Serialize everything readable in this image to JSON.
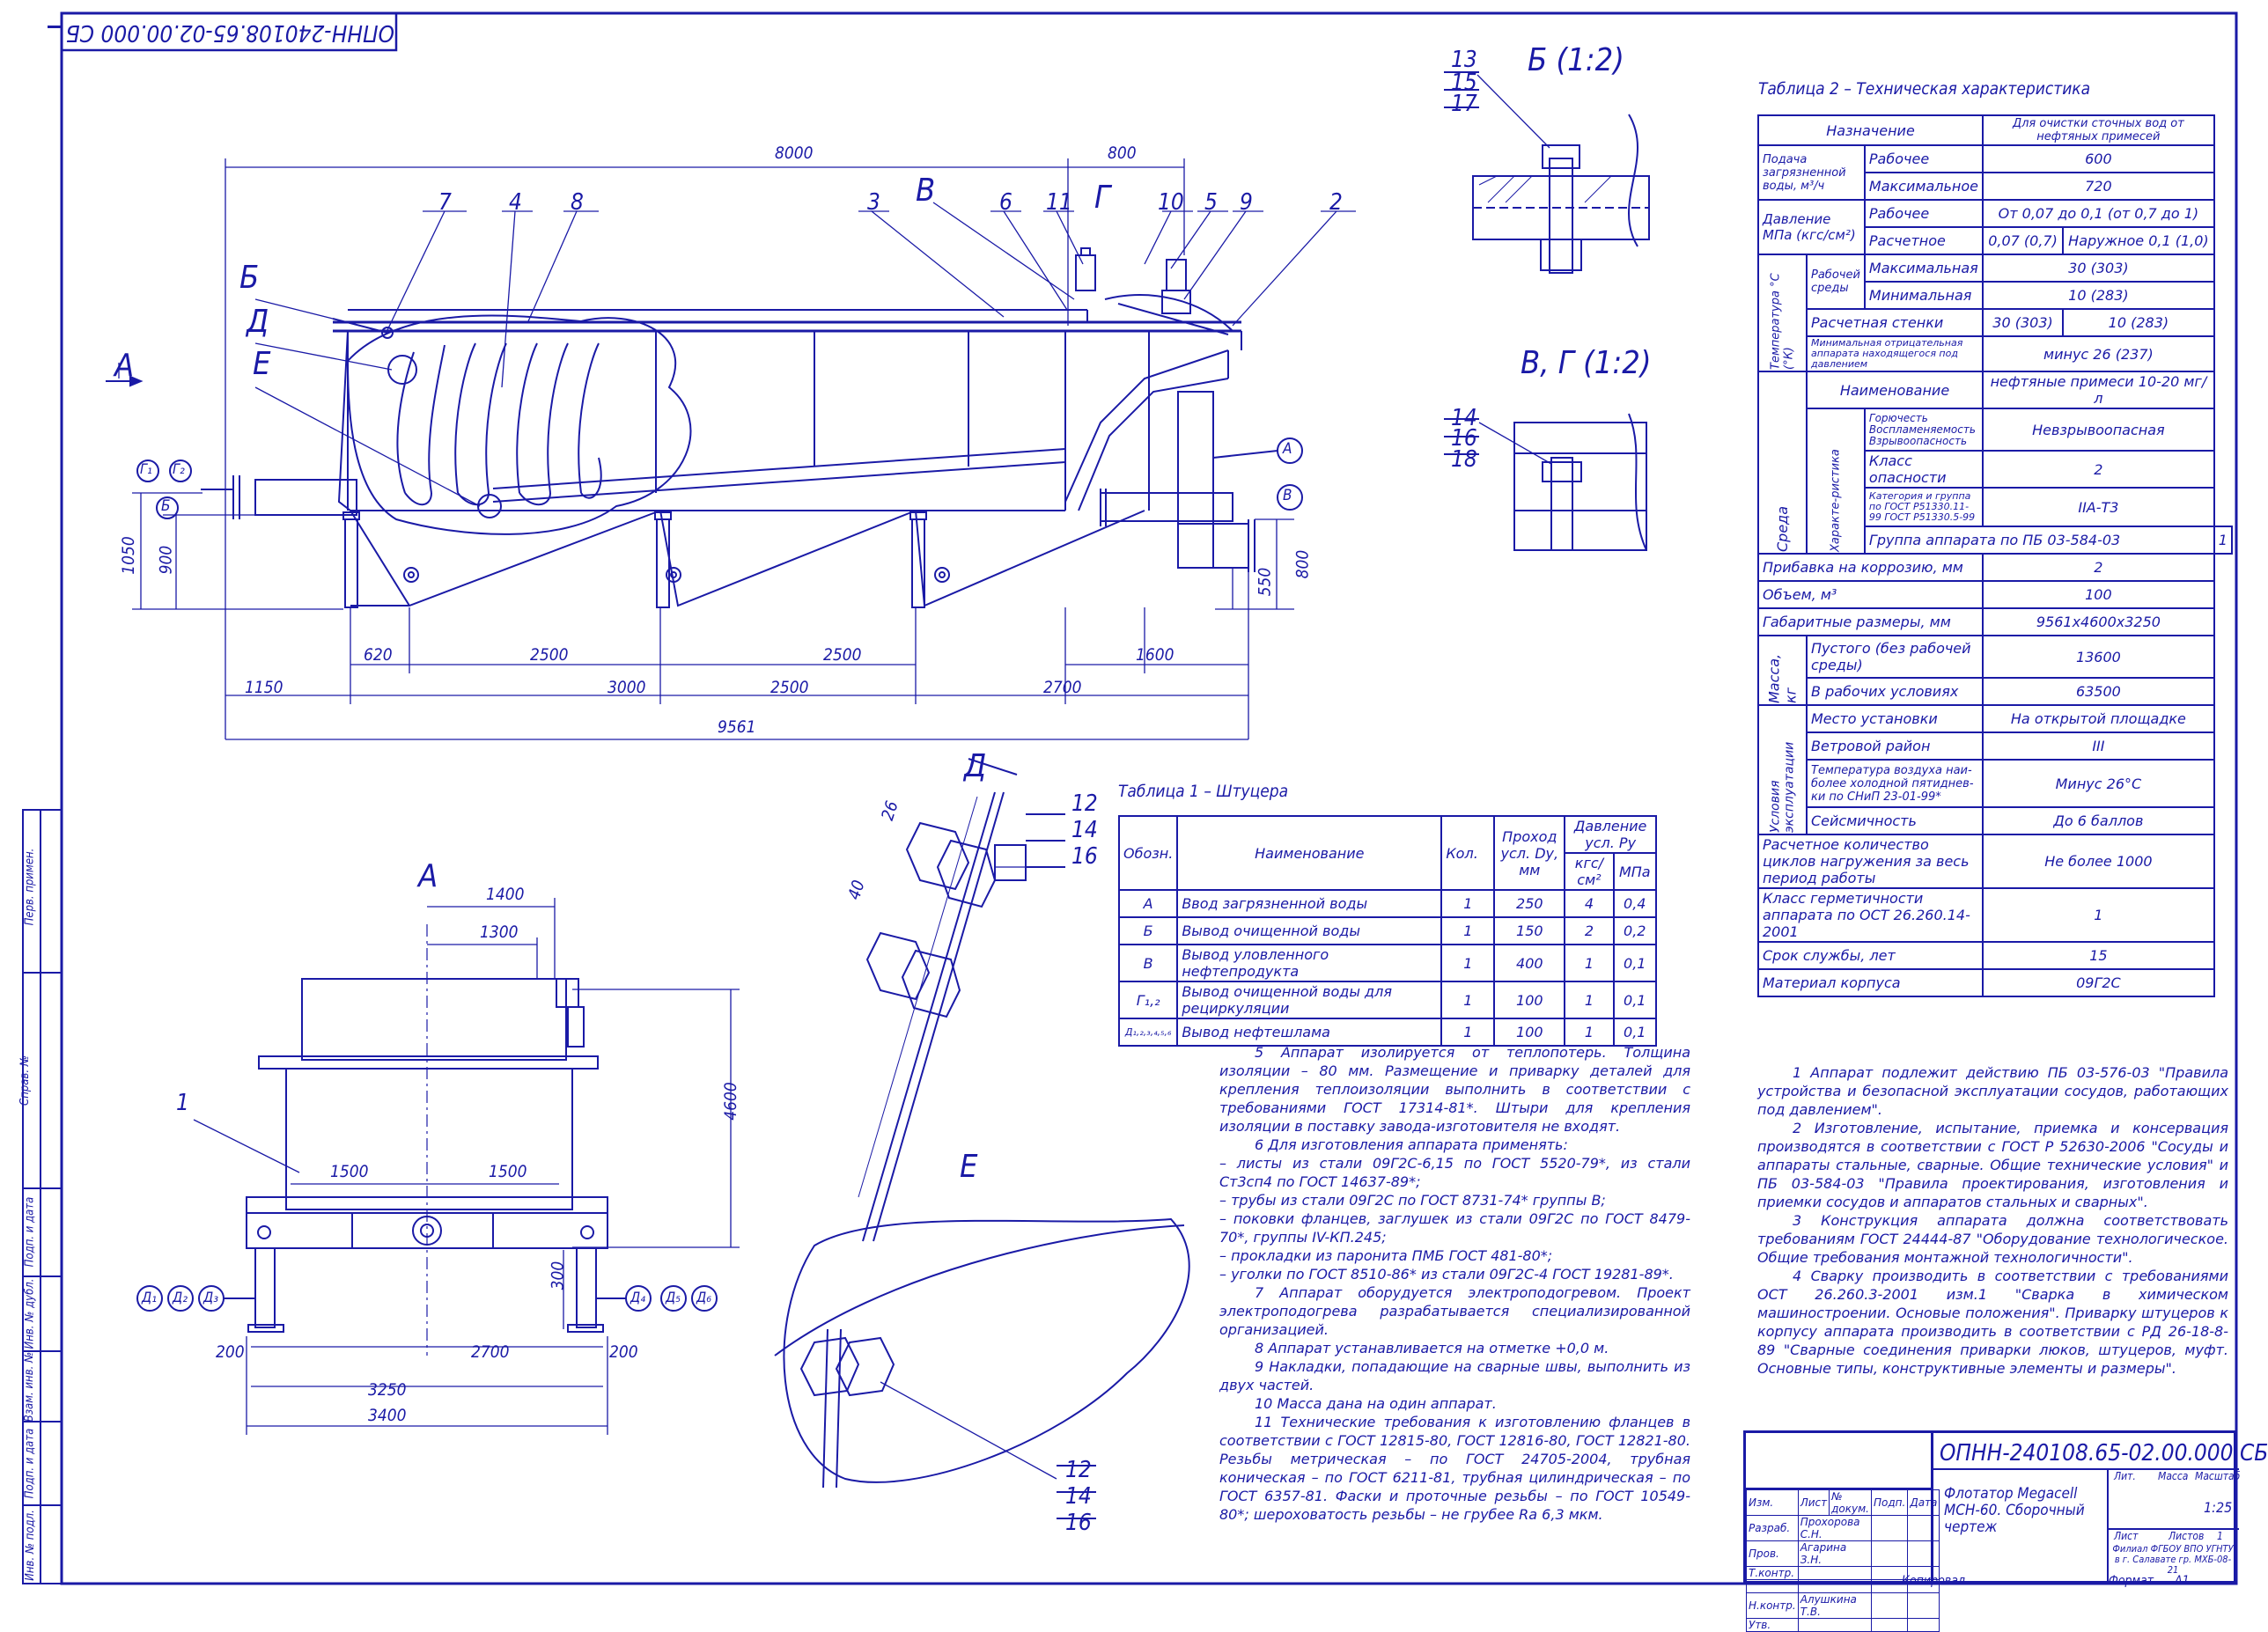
{
  "drawing_code": "ОПНН-240108.65-02.00.000 СБ",
  "drawing_code_rotated": "ОПНН-240108.65-02.00.000 СБ",
  "views": {
    "A": "А",
    "B": "Б (1:2)",
    "VG": "В, Г (1:2)",
    "D": "Д",
    "E": "Е"
  },
  "main_dims": [
    "8000",
    "800",
    "1050",
    "900",
    "620",
    "2500",
    "2500",
    "1150",
    "3000",
    "2500",
    "2700",
    "1600",
    "9561",
    "550",
    "800"
  ],
  "main_callouts": [
    "7",
    "4",
    "8",
    "3",
    "В",
    "6",
    "11",
    "Г",
    "10",
    "5",
    "9",
    "2",
    "Б",
    "Д",
    "Е",
    "А"
  ],
  "nozzle_marks": [
    "Г₁",
    "Г₂",
    "Б",
    "А",
    "В"
  ],
  "front_dims": [
    "1400",
    "1300",
    "1500",
    "1500",
    "4600",
    "300",
    "200",
    "2700",
    "200",
    "3250",
    "3400",
    "1"
  ],
  "drain_marks": [
    "Д₁",
    "Д₂",
    "Д₃",
    "Д₄",
    "Д₅",
    "Д₆"
  ],
  "detail_b_nums": [
    "13",
    "15",
    "17"
  ],
  "detail_vg_nums": [
    "14",
    "16",
    "18"
  ],
  "detail_d_nums": [
    "12",
    "14",
    "16"
  ],
  "detail_d_dims": [
    "26",
    "40"
  ],
  "detail_e_nums": [
    "12",
    "14",
    "16"
  ],
  "table1": {
    "title": "Таблица 1 – Штуцера",
    "headers": [
      "Обозн.",
      "Наименование",
      "Кол.",
      "Проход усл. Dу, мм",
      "Давление усл. Ру",
      "кгс/см²",
      "МПа"
    ],
    "rows": [
      [
        "А",
        "Ввод загрязненной воды",
        "1",
        "250",
        "4",
        "0,4"
      ],
      [
        "Б",
        "Вывод очищенной воды",
        "1",
        "150",
        "2",
        "0,2"
      ],
      [
        "В",
        "Вывод уловленного нефтепродукта",
        "1",
        "400",
        "1",
        "0,1"
      ],
      [
        "Г₁,₂",
        "Вывод очищенной воды для рециркуляции",
        "1",
        "100",
        "1",
        "0,1"
      ],
      [
        "Д₁,₂,₃,₄,₅,₆",
        "Вывод нефтешлама",
        "1",
        "100",
        "1",
        "0,1"
      ]
    ]
  },
  "table2": {
    "title": "Таблица 2 – Техническая характеристика",
    "rows": {
      "purpose_label": "Назначение",
      "purpose": "Для очистки сточных вод от нефтяных примесей",
      "flow_label": "Подача загрязненной воды, м³/ч",
      "work": "Рабочее",
      "max": "Максимальное",
      "flow_work": "600",
      "flow_max": "720",
      "pressure_label": "Давление МПа (кгс/см²)",
      "pressure_work": "От 0,07 до 0,1 (от 0,7 до 1)",
      "calc": "Расчетное",
      "pressure_calc": "0,07 (0,7)",
      "pressure_outer": "Наружное 0,1 (1,0)",
      "temp_label": "Температура °С (°К)",
      "temp_media": "Рабочей среды",
      "maxf": "Максимальная",
      "minf": "Минимальная",
      "temp_max": "30 (303)",
      "temp_min": "10 (283)",
      "wall": "Расчетная стенки",
      "wall_1": "30 (303)",
      "wall_2": "10 (283)",
      "min_neg": "Минимальная отрицательная аппарата находящегося под давлением",
      "min_neg_v": "минус 26 (237)",
      "media": "Среда",
      "name": "Наименование",
      "name_v": "нефтяные примеси 10-20 мг/л",
      "char": "Характе-ристика",
      "flam": "Горючесть Воспламеняемость Взрывоопасность",
      "flam_v": "Невзрывоопасная",
      "hazard": "Класс опасности",
      "hazard_v": "2",
      "cat": "Категория и группа по ГОСТ Р51330.11-99 ГОСТ Р51330.5-99",
      "cat_v": "IIA-Т3",
      "group": "Группа аппарата по ПБ 03-584-03",
      "group_v": "1",
      "corr": "Прибавка на коррозию, мм",
      "corr_v": "2",
      "vol": "Объем, м³",
      "vol_v": "100",
      "size": "Габаритные размеры, мм",
      "size_v": "9561х4600х3250",
      "mass": "Масса, кг",
      "empty": "Пустого (без рабочей среды)",
      "empty_v": "13600",
      "working": "В рабочих условиях",
      "working_v": "63500",
      "cond": "Условия эксплуатации",
      "place": "Место установки",
      "place_v": "На открытой площадке",
      "wind": "Ветровой район",
      "wind_v": "III",
      "air": "Температура воздуха наи-более холодной пятиднев-ки по СНиП 23-01-99*",
      "air_v": "Минус 26°С",
      "seis": "Сейсмичность",
      "seis_v": "До 6 баллов",
      "cycles": "Расчетное количество циклов нагружения за весь период работы",
      "cycles_v": "Не более 1000",
      "tight": "Класс герметичности аппарата по ОСТ 26.260.14-2001",
      "tight_v": "1",
      "life": "Срок службы, лет",
      "life_v": "15",
      "mat": "Материал корпуса",
      "mat_v": "09Г2С"
    }
  },
  "notes_left": [
    "5 Аппарат изолируется от теплопотерь. Толщина изоляции – 80 мм. Размещение и приварку деталей для крепления теплоизоляции выполнить в соответствии с требованиями ГОСТ 17314-81*. Штыри для крепления изоляции в поставку завода-изготовителя не входят.",
    "6 Для изготовления аппарата применять:",
    "– листы из стали 09Г2С-6,15 по ГОСТ 5520-79*, из стали Ст3сп4 по ГОСТ 14637-89*;",
    "– трубы из стали 09Г2С по ГОСТ 8731-74* группы В;",
    "– поковки фланцев, заглушек из стали 09Г2С по ГОСТ 8479-70*, группы IV-КП.245;",
    "– прокладки из паронита ПМБ ГОСТ 481-80*;",
    "– уголки по ГОСТ 8510-86* из стали 09Г2С-4 ГОСТ 19281-89*.",
    "7 Аппарат оборудуется электроподогревом. Проект электроподогрева разрабатывается специализированной организацией.",
    "8 Аппарат устанавливается на отметке +0,0 м.",
    "9 Накладки, попадающие на сварные швы, выполнить из двух частей.",
    "10 Масса дана на один аппарат.",
    "11 Технические требования к изготовлению фланцев в соответствии с ГОСТ 12815-80, ГОСТ 12816-80, ГОСТ 12821-80. Резьбы метрическая – по ГОСТ 24705-2004, трубная коническая – по ГОСТ 6211-81, трубная цилиндрическая – по ГОСТ 6357-81. Фаски и проточные резьбы – по ГОСТ 10549-80*; шероховатость резьбы – не грубее Ra 6,3 мкм."
  ],
  "notes_right": [
    "1 Аппарат подлежит действию ПБ 03-576-03 \"Правила устройства и безопасной эксплуатации сосудов, работающих под давлением\".",
    "2 Изготовление, испытание, приемка и консервация производятся в соответствии с ГОСТ Р 52630-2006 \"Сосуды и аппараты стальные, сварные. Общие технические условия\" и ПБ 03-584-03 \"Правила проектирования, изготовления и приемки сосудов и аппаратов стальных и сварных\".",
    "3 Конструкция аппарата должна соответствовать требованиям ГОСТ 24444-87 \"Оборудование технологическое. Общие требования монтажной технологичности\".",
    "4 Сварку производить в соответствии с требованиями ОСТ 26.260.3-2001 изм.1 \"Сварка в химическом машиностроении. Основые положения\". Приварку штуцеров к корпусу аппарата производить в соответствии с РД 26-18-8-89 \"Сварные соединения приварки люков, штуцеров, муфт. Основные типы, конструктивные элементы и размеры\"."
  ],
  "stamp": {
    "code": "ОПНН-240108.65-02.00.000 СБ",
    "title": "Флотатор Megacell МСН-60. Сборочный чертеж",
    "lit": "Лит.",
    "mass": "Масса",
    "scale": "Масштаб",
    "scale_v": "1:25",
    "sheet": "Лист",
    "sheets": "Листов",
    "sheets_v": "1",
    "org": "Филиал ФГБОУ ВПО УГНТУ в г. Салавате гр. МХБ-08-21",
    "hdr": [
      "Изм.",
      "Лист",
      "№ докум.",
      "Подп.",
      "Дата"
    ],
    "roles": [
      "Разраб.",
      "Пров.",
      "Т.контр.",
      "",
      "Н.контр.",
      "Утв."
    ],
    "names": [
      "Прохорова С.Н.",
      "Агарина З.Н.",
      "",
      "",
      "Алушкина Т.В.",
      ""
    ],
    "copied": "Копировал",
    "format": "Формат",
    "format_v": "A1"
  },
  "side_strip": [
    "Перв. примен.",
    "Справ. №",
    "Подп. и дата",
    "Инв. № дубл.",
    "Взам. инв. №",
    "Подп. и дата",
    "Инв. № подл."
  ]
}
